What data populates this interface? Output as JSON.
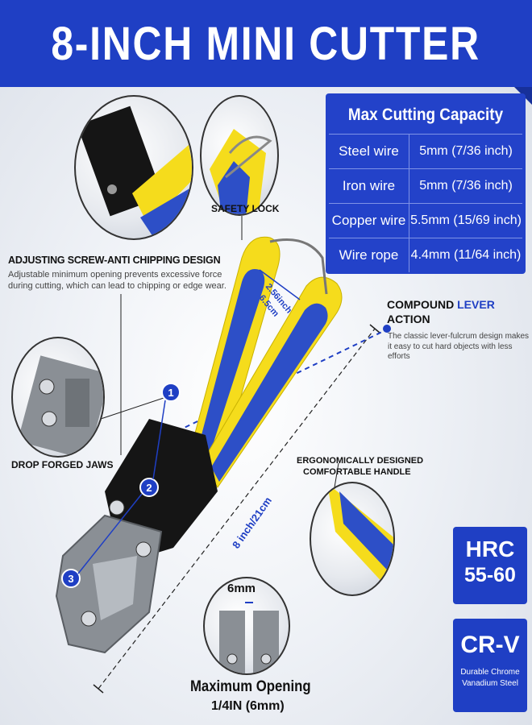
{
  "banner": {
    "title": "8-INCH MINI CUTTER"
  },
  "capacity": {
    "title": "Max Cutting Capacity",
    "rows": [
      {
        "material": "Steel wire",
        "value": "5mm (7/36 inch)"
      },
      {
        "material": "Iron wire",
        "value": "5mm (7/36 inch)"
      },
      {
        "material": "Copper wire",
        "value": "5.5mm (15/69 inch)"
      },
      {
        "material": "Wire rope",
        "value": "4.4mm (11/64 inch)"
      }
    ]
  },
  "features": {
    "safety_lock": "SAFETY LOCK",
    "adjusting_title": "ADJUSTING SCREW-ANTI CHIPPING DESIGN",
    "adjusting_desc_1": "Adjustable minimum opening prevents excessive force",
    "adjusting_desc_2": "during cutting, which can lead to chipping or edge wear.",
    "compound_a": "COMPOUND ",
    "compound_b": "LEVER",
    "compound_c": "ACTION",
    "compound_desc_1": "The classic lever-fulcrum design makes",
    "compound_desc_2": "it easy to cut hard objects with less efforts",
    "drop_forged": "DROP FORGED JAWS",
    "ergonomic_1": "ERGONOMICALLY DESIGNED",
    "ergonomic_2": "COMFORTABLE HANDLE"
  },
  "dimensions": {
    "handle_gap_1": "2.56inch",
    "handle_gap_2": "6.5cm",
    "length": "8 inch/21cm",
    "opening_mm": "6mm",
    "max_opening_1": "Maximum Opening",
    "max_opening_2": "1/4IN (6mm)"
  },
  "markers": [
    "1",
    "2",
    "3"
  ],
  "badges": {
    "hrc_1": "HRC",
    "hrc_2": "55-60",
    "crv": "CR-V",
    "crv_desc_1": "Durable Chrome",
    "crv_desc_2": "Vanadium Steel"
  },
  "colors": {
    "brand_blue": "#1f3fc4",
    "handle_yellow": "#f5dc1c",
    "handle_blue": "#2d4fc7",
    "steel": "#8a8f95"
  }
}
